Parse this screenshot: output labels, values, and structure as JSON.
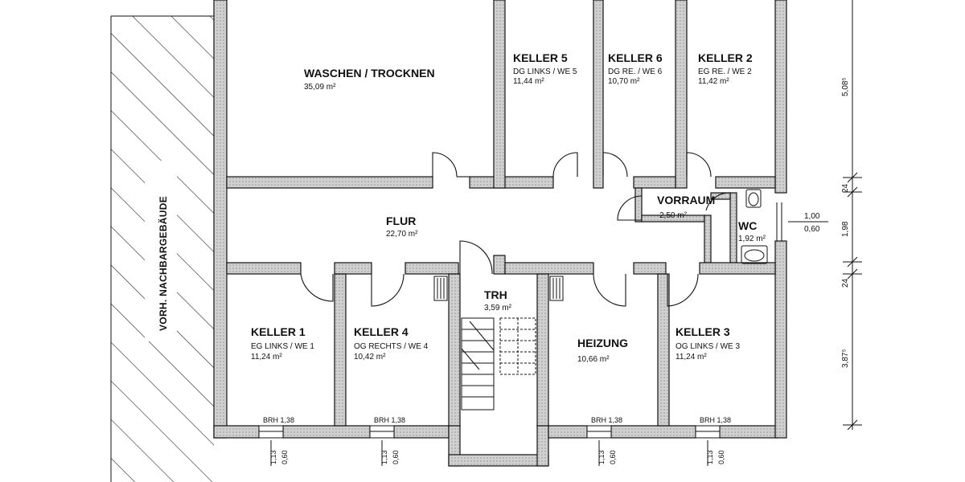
{
  "neighbor_label": "VORH. NACHBARGEBÄUDE",
  "rooms": {
    "waschen": {
      "name": "WASCHEN / TROCKNEN",
      "area": "35,09 m²"
    },
    "keller5": {
      "name": "KELLER 5",
      "sub": "DG LINKS / WE 5",
      "area": "11,44 m²"
    },
    "keller6": {
      "name": "KELLER 6",
      "sub": "DG RE. / WE 6",
      "area": "10,70 m²"
    },
    "keller2": {
      "name": "KELLER 2",
      "sub": "EG RE. / WE 2",
      "area": "11,42 m²"
    },
    "vorraum": {
      "name": "VORRAUM",
      "area": "2,50 m²"
    },
    "wc": {
      "name": "WC",
      "area": "1,92 m²"
    },
    "flur": {
      "name": "FLUR",
      "area": "22,70 m²"
    },
    "trh": {
      "name": "TRH",
      "area": "3,59 m²"
    },
    "keller1": {
      "name": "KELLER 1",
      "sub": "EG LINKS / WE 1",
      "area": "11,24 m²"
    },
    "keller4": {
      "name": "KELLER 4",
      "sub": "OG RECHTS / WE 4",
      "area": "10,42 m²"
    },
    "heizung": {
      "name": "HEIZUNG",
      "area": "10,66 m²"
    },
    "keller3": {
      "name": "KELLER 3",
      "sub": "OG LINKS / WE 3",
      "area": "11,24 m²"
    }
  },
  "windows": {
    "brh": "BRH 1,38",
    "width": "1,13",
    "height": "0,60"
  },
  "wc_window": {
    "width": "1,00",
    "height": "0,60"
  },
  "dimensions": {
    "d1": "5,08⁵",
    "d2": "24",
    "d3": "1,98",
    "d4": "24",
    "d5": "3,87⁵"
  },
  "colors": {
    "wall_fill": "#c8c8c8",
    "wall_stroke": "#111111"
  }
}
